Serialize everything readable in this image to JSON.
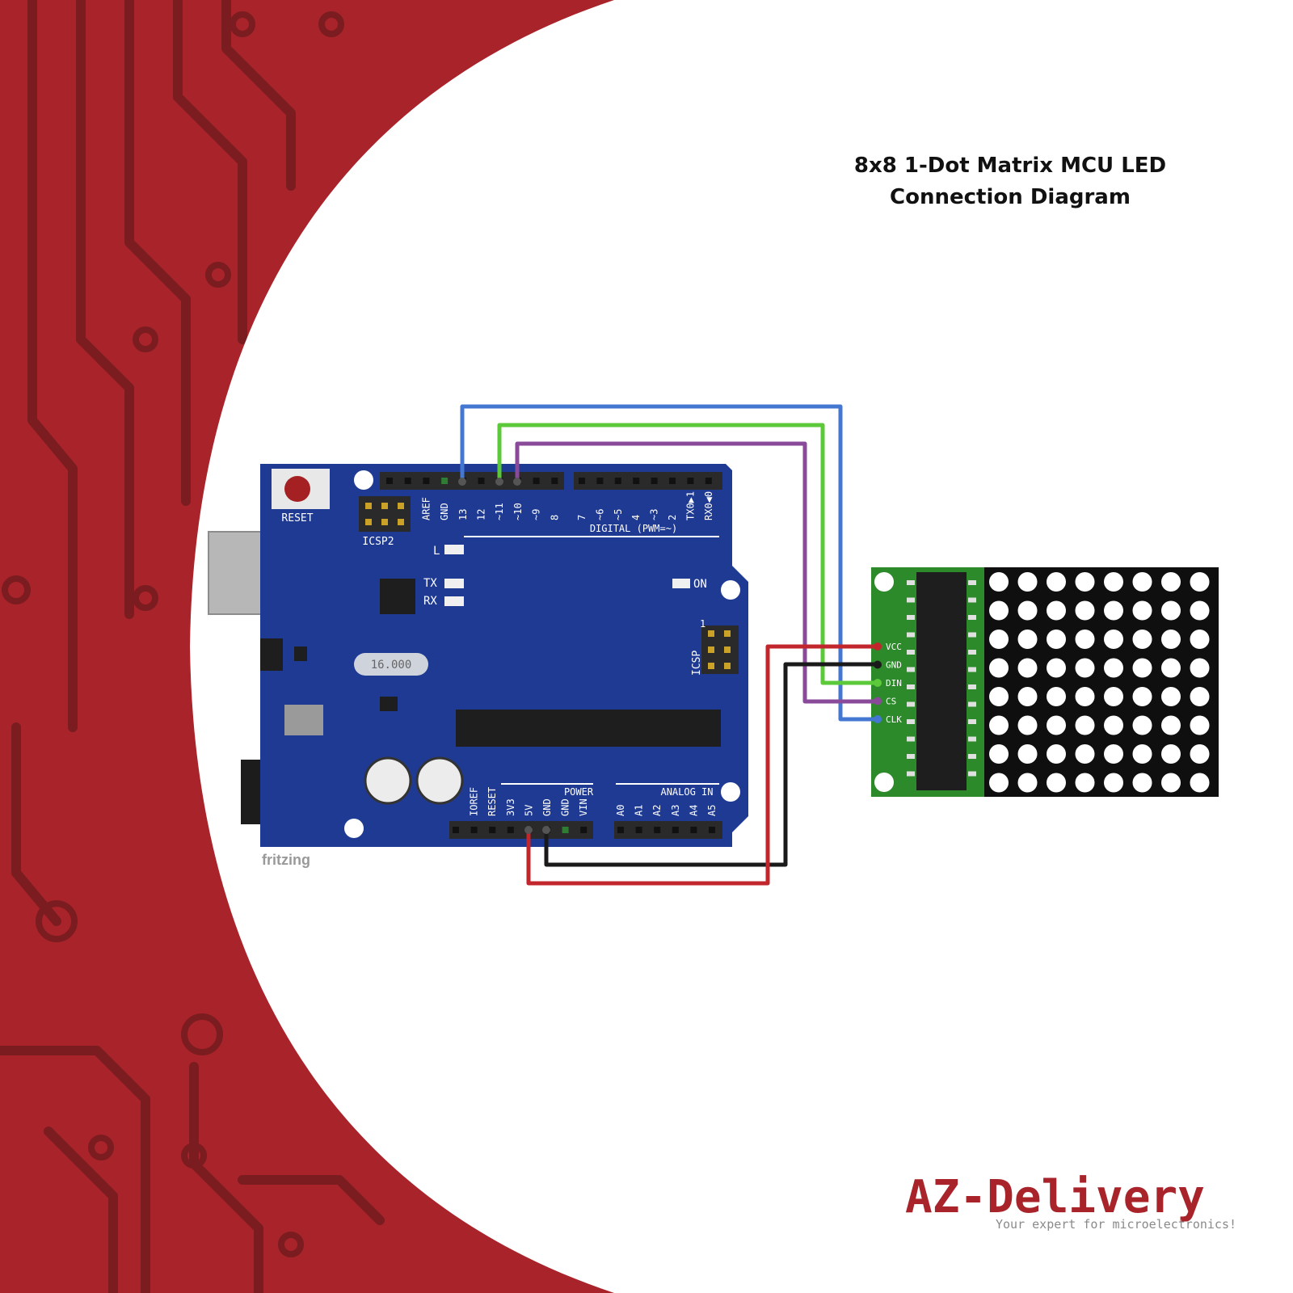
{
  "title": {
    "line1": "8x8 1-Dot Matrix MCU LED",
    "line2": "Connection Diagram"
  },
  "colors": {
    "background_red": "#a9232a",
    "trace_dark": "#7a1c20",
    "board_blue": "#1f3a93",
    "module_green": "#2d8a2b",
    "wire_red": "#c0262b",
    "wire_black": "#1a1a1a",
    "wire_green": "#5cc93a",
    "wire_purple": "#8a4a9a",
    "wire_blue": "#4477d1",
    "brand_red": "#a9232a"
  },
  "arduino": {
    "reset_label": "RESET",
    "icsp2_label": "ICSP2",
    "icsp_label": "ICSP",
    "icsp_pin1": "1",
    "led_l": "L",
    "led_tx": "TX",
    "led_rx": "RX",
    "led_on": "ON",
    "crystal": "16.000",
    "digital_header": "DIGITAL (PWM=~)",
    "digital_pins": [
      "AREF",
      "GND",
      "13",
      "12",
      "~11",
      "~10",
      "~9",
      "8",
      "7",
      "~6",
      "~5",
      "4",
      "~3",
      "2",
      "TX0▶1",
      "RX0◀0"
    ],
    "power_header": "POWER",
    "power_pins": [
      "IOREF",
      "RESET",
      "3V3",
      "5V",
      "GND",
      "GND",
      "VIN"
    ],
    "analog_header": "ANALOG IN",
    "analog_pins": [
      "A0",
      "A1",
      "A2",
      "A3",
      "A4",
      "A5"
    ],
    "brand_mark": "fritzing"
  },
  "module": {
    "pins": [
      "VCC",
      "GND",
      "DIN",
      "CS",
      "CLK"
    ],
    "rows": 8,
    "cols": 8
  },
  "logo": {
    "brand": "AZ-Delivery",
    "tagline": "Your expert for microelectronics!"
  }
}
